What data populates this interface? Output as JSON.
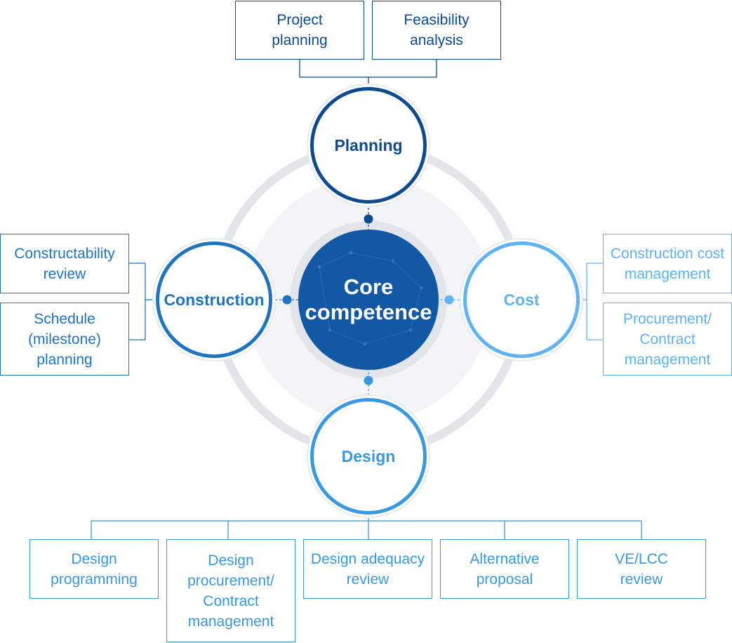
{
  "center": {
    "label": "Core\ncompetence",
    "color": "#1258a5"
  },
  "nodes": {
    "planning": {
      "label": "Planning",
      "color": "#0d4a8f"
    },
    "construction": {
      "label": "Construction",
      "color": "#1f74c2"
    },
    "cost": {
      "label": "Cost",
      "color": "#5fb3f3"
    },
    "design": {
      "label": "Design",
      "color": "#3898e2"
    }
  },
  "planning_items": [
    "Project\nplanning",
    "Feasibility\nanalysis"
  ],
  "construction_items": [
    "Constructability\nreview",
    "Schedule\n(milestone)\nplanning"
  ],
  "cost_items": [
    "Construction cost\nmanagement",
    "Procurement/\nContract\nmanagement"
  ],
  "design_items": [
    "Design\nprogramming",
    "Design\nprocurement/\nContract\nmanagement",
    "Design adequacy\nreview",
    "Alternative\nproposal",
    "VE/LCC\nreview"
  ]
}
